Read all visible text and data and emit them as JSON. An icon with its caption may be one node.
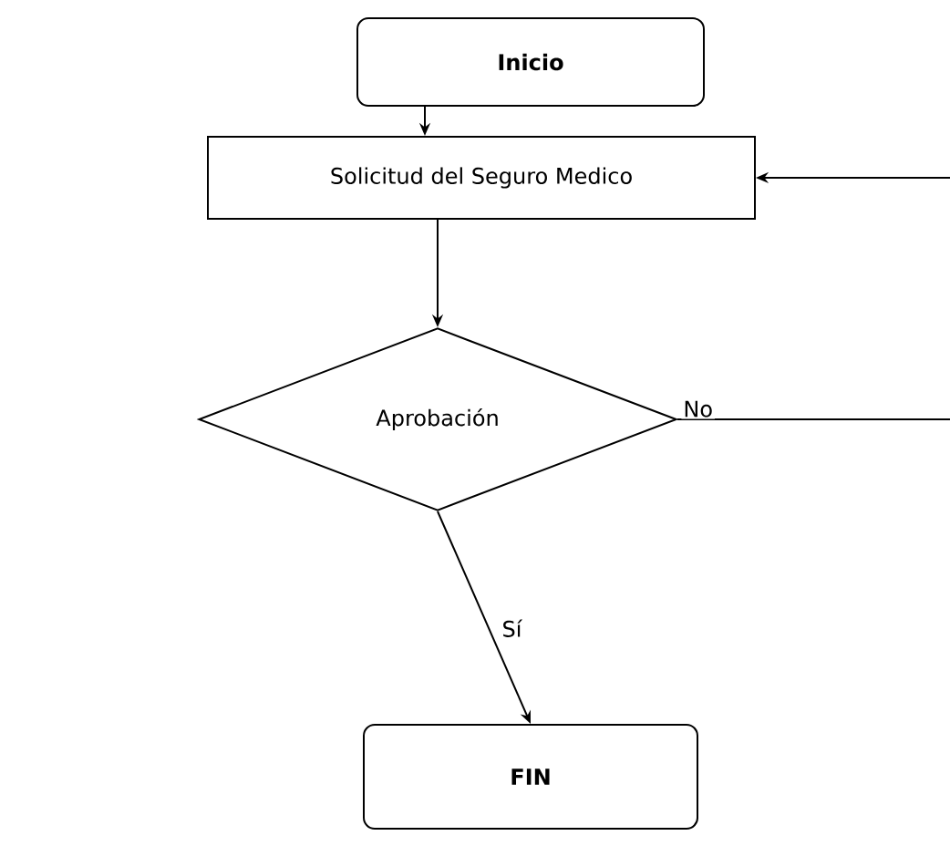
{
  "diagram": {
    "nodes": [
      {
        "text": [
          "Inicio"
        ]
      },
      {
        "text": [
          "Solicitud del Seguro Medico"
        ]
      },
      {
        "text": [
          "Aprobación"
        ]
      },
      {
        "text": [
          "FIN"
        ]
      }
    ],
    "edges": [
      {
        "from": 0,
        "to": 1,
        "arrow": "to"
      },
      {
        "from": 1,
        "to": 2,
        "arrow": "to"
      },
      {
        "from": 2,
        "to": 3,
        "arrow": "to",
        "label": "Sí"
      },
      {
        "from": 2,
        "to": null,
        "arrow": "none",
        "label": "No"
      },
      {
        "from": null,
        "to": 1,
        "arrow": "to"
      }
    ]
  }
}
